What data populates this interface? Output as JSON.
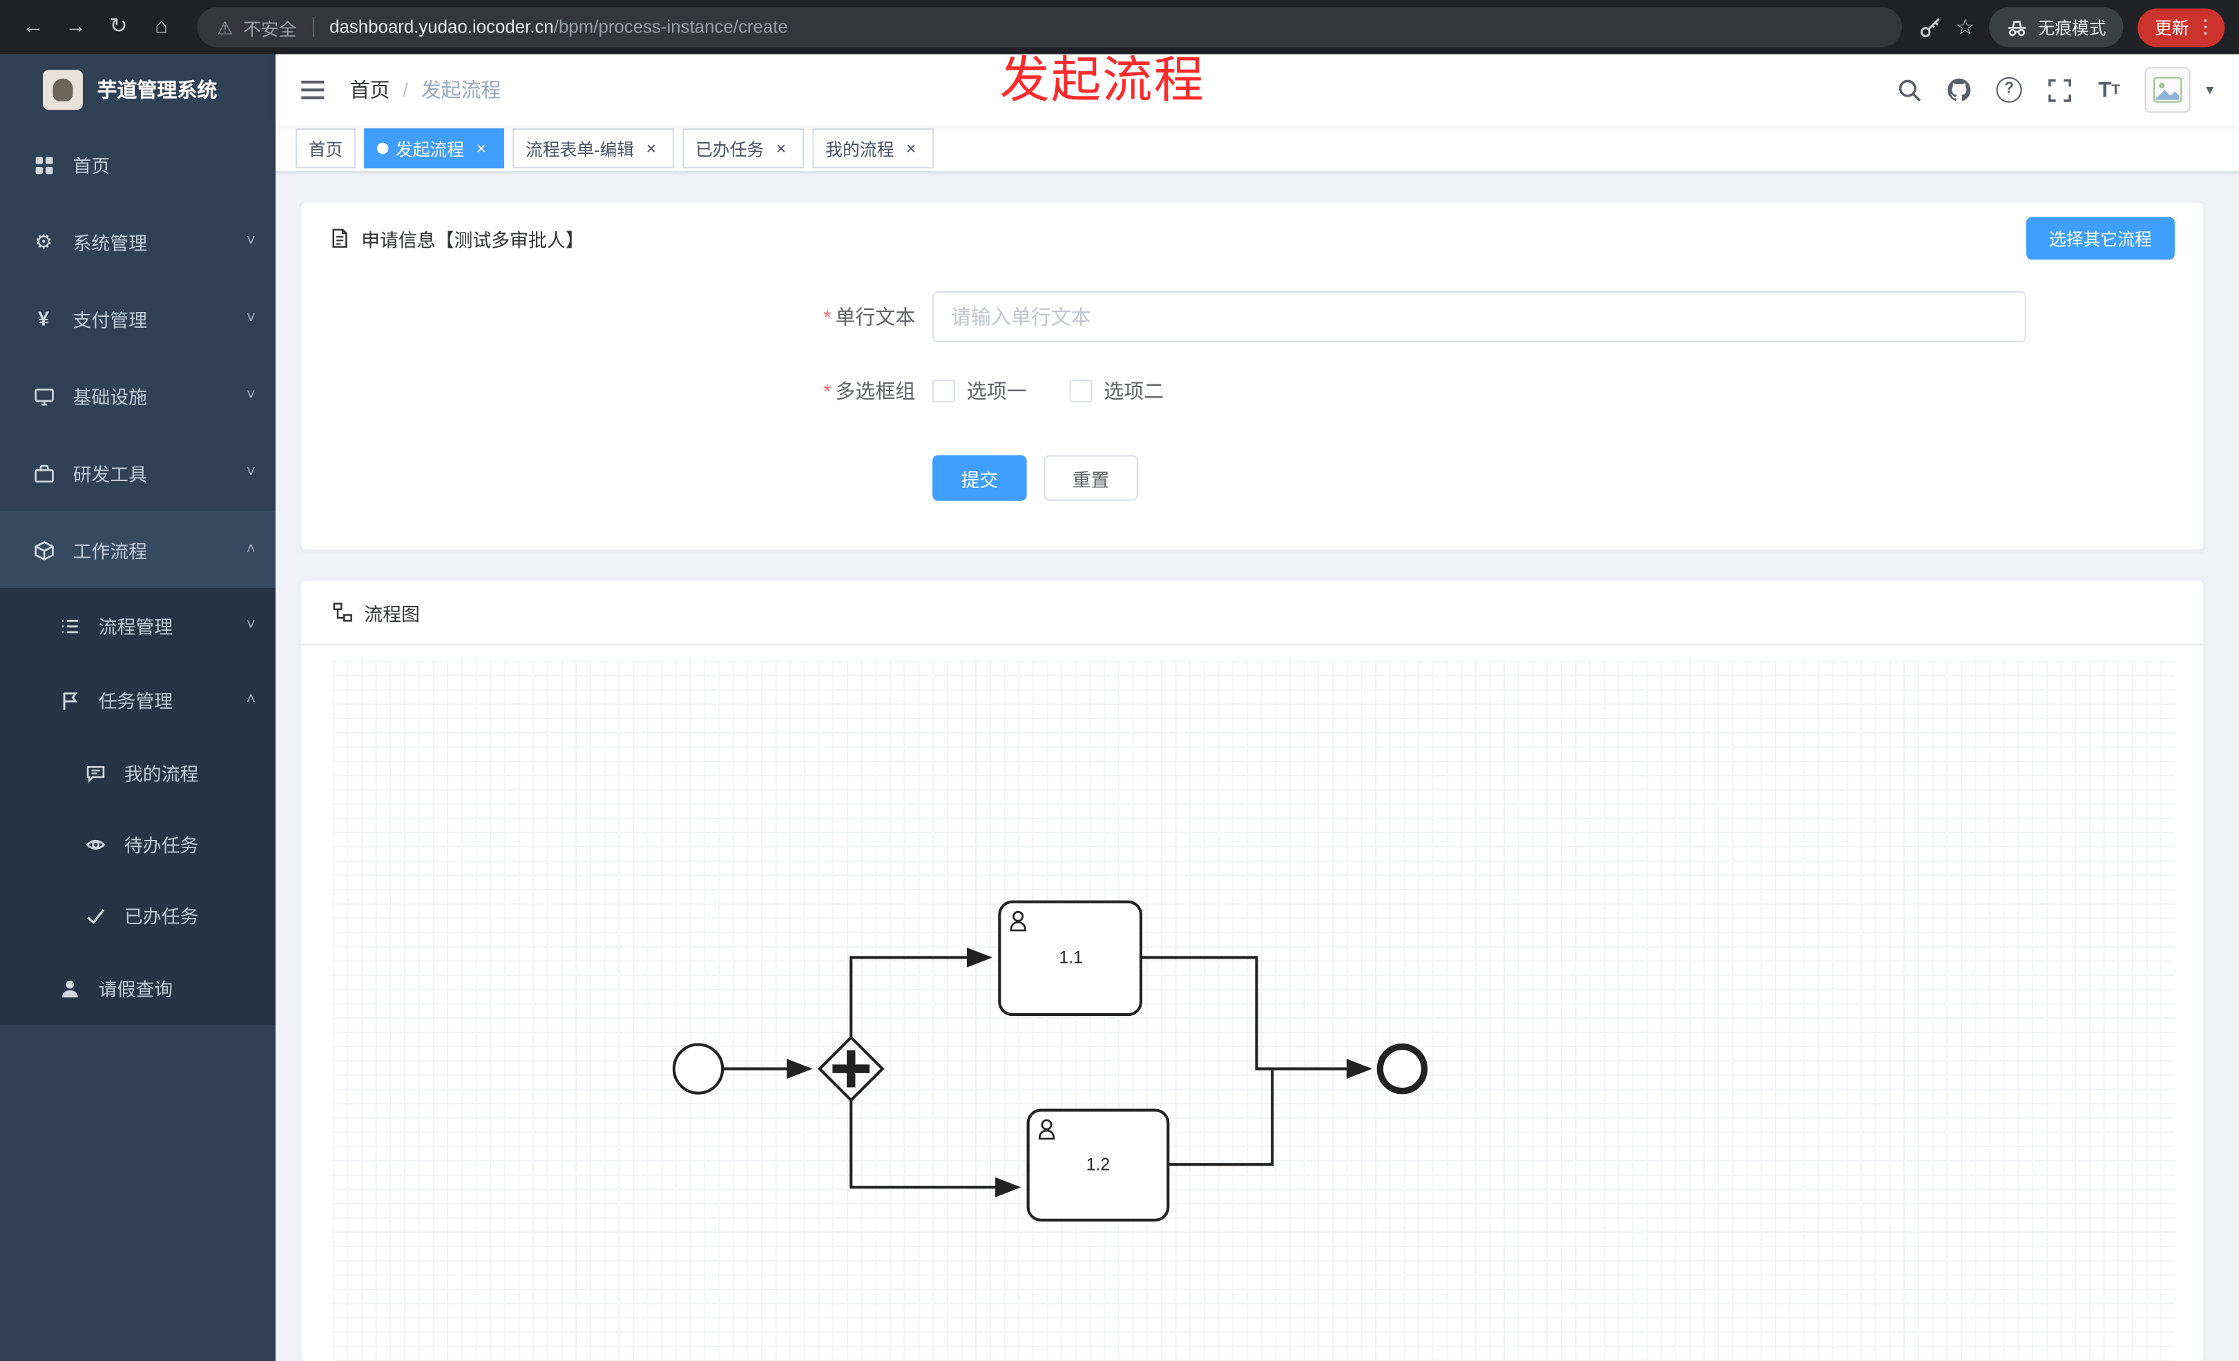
{
  "colors": {
    "accent": "#409eff",
    "sidebar_bg": "#304156",
    "annotation_red": "#fb2b2b",
    "update_badge_red": "#cc332d",
    "chrome_bg": "#202124",
    "content_bg": "#f0f2f5"
  },
  "icons": {
    "back": "←",
    "forward": "→",
    "reload": "↻",
    "home": "⌂",
    "warning": "⚠",
    "star": "☆",
    "menu_dots": "⋮",
    "gear": "⚙",
    "yen": "¥",
    "question": "?",
    "caret_down": "▼",
    "chevron_down": "˅",
    "chevron_up": "˄",
    "close": "×",
    "breadcrumb_sep": "/"
  },
  "browser": {
    "security_label": "不安全",
    "url_domain": "dashboard.yudao.iocoder.cn",
    "url_path": "/bpm/process-instance/create",
    "incognito_label": "无痕模式",
    "update_label": "更新"
  },
  "annotation": {
    "text": "发起流程"
  },
  "sidebar": {
    "app_title": "芋道管理系统",
    "items": [
      {
        "label": "首页"
      },
      {
        "label": "系统管理"
      },
      {
        "label": "支付管理"
      },
      {
        "label": "基础设施"
      },
      {
        "label": "研发工具"
      },
      {
        "label": "工作流程"
      }
    ],
    "submenu": [
      {
        "label": "流程管理"
      },
      {
        "label": "任务管理"
      }
    ],
    "nested": [
      {
        "label": "我的流程"
      },
      {
        "label": "待办任务"
      },
      {
        "label": "已办任务"
      }
    ],
    "leaf": {
      "label": "请假查询"
    }
  },
  "header": {
    "breadcrumb_home": "首页",
    "breadcrumb_current": "发起流程"
  },
  "tabs": [
    {
      "label": "首页"
    },
    {
      "label": "发起流程"
    },
    {
      "label": "流程表单-编辑"
    },
    {
      "label": "已办任务"
    },
    {
      "label": "我的流程"
    }
  ],
  "form_card": {
    "title": "申请信息【测试多审批人】",
    "choose_other_label": "选择其它流程",
    "field_text": {
      "label": "单行文本",
      "placeholder": "请输入单行文本"
    },
    "field_checkbox": {
      "label": "多选框组",
      "option1": "选项一",
      "option2": "选项二"
    },
    "submit_label": "提交",
    "reset_label": "重置"
  },
  "diagram_card": {
    "title": "流程图",
    "task1_label": "1.1",
    "task2_label": "1.2"
  }
}
